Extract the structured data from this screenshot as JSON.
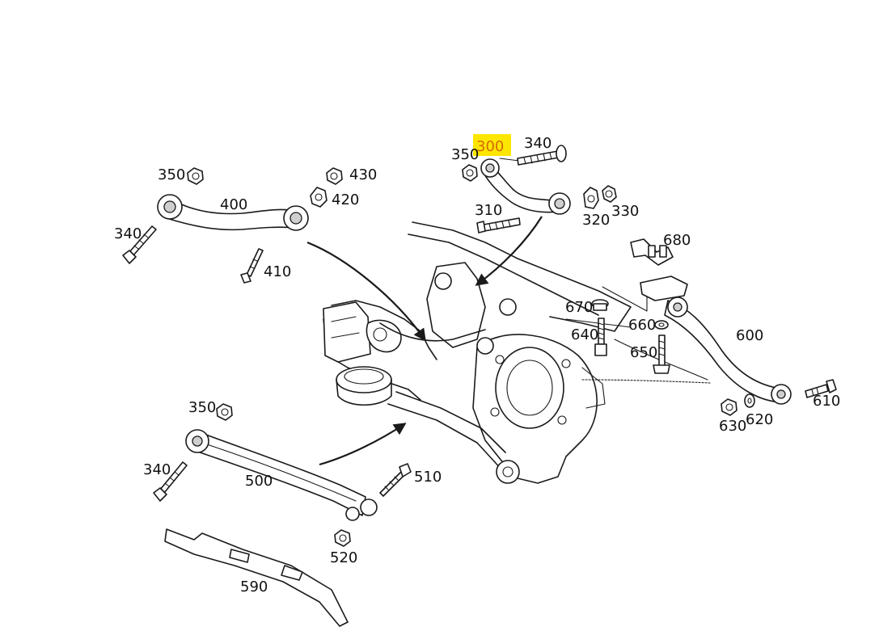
{
  "highlight_color": "#ffe600",
  "labels": {
    "p300": "300",
    "p340_top": "340",
    "p350_top": "350",
    "p310": "310",
    "p320": "320",
    "p330": "330",
    "p350_left": "350",
    "p430": "430",
    "p420": "420",
    "p400": "400",
    "p340_left": "340",
    "p410": "410",
    "p680": "680",
    "p670": "670",
    "p640": "640",
    "p660": "660",
    "p650": "650",
    "p600": "600",
    "p610": "610",
    "p630": "630",
    "p620": "620",
    "p350_bottom": "350",
    "p340_bottom": "340",
    "p500": "500",
    "p510": "510",
    "p520": "520",
    "p590": "590"
  }
}
